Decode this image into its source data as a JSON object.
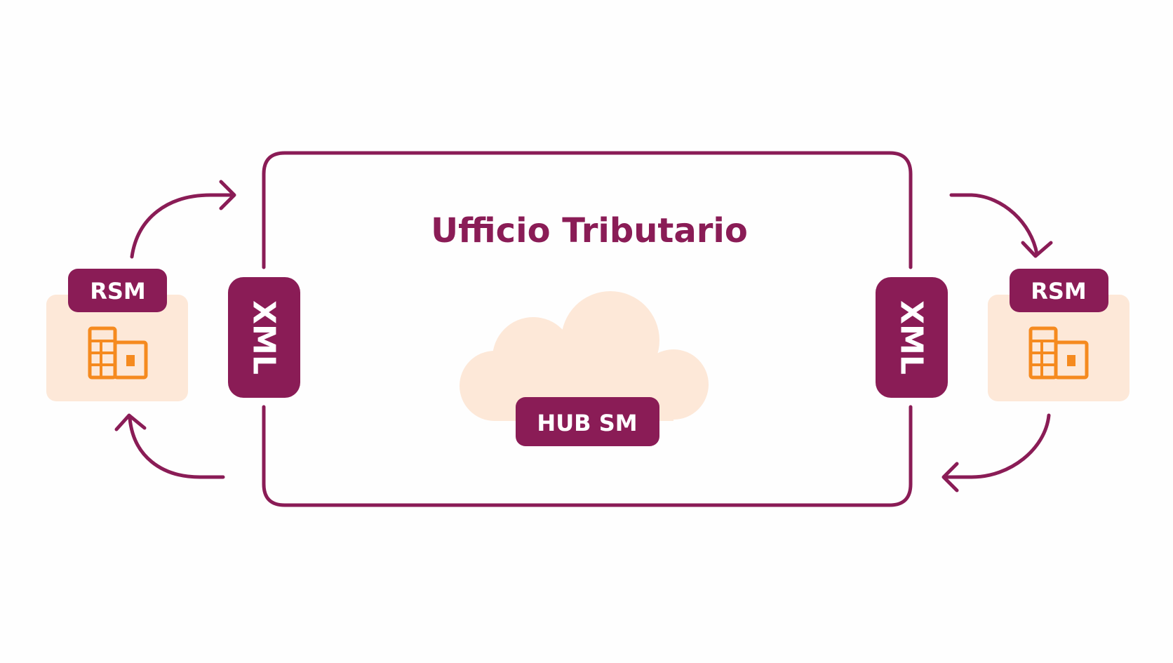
{
  "title": "Ufficio Tributario",
  "hub": {
    "label": "HUB SM"
  },
  "connectors": {
    "left_label": "XML",
    "right_label": "XML"
  },
  "nodes": {
    "left": {
      "label": "RSM",
      "icon": "building-icon"
    },
    "right": {
      "label": "RSM",
      "icon": "building-icon"
    }
  },
  "colors": {
    "primary": "#8a1c56",
    "node_bg": "#fde8d8",
    "cloud": "#fde8d8",
    "icon": "#f58a1f"
  }
}
